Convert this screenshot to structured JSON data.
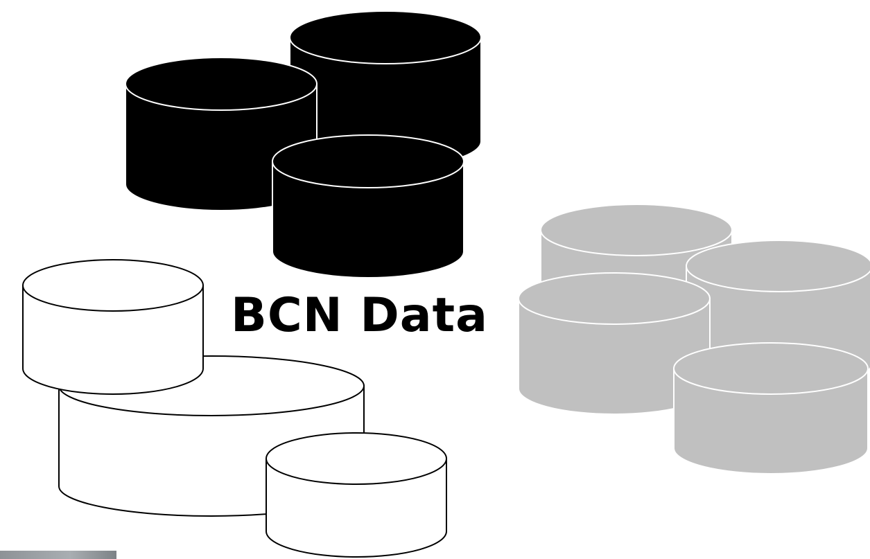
{
  "title": "BCN Data",
  "colors": {
    "black_group": "#000000",
    "white_group": "#ffffff",
    "gray_group": "#c0c0c0",
    "stroke_light": "#ffffff",
    "stroke_dark": "#000000",
    "corner_patch": "#a9aeb2"
  },
  "groups": [
    {
      "name": "black-cylinder-group",
      "count": 3,
      "fill": "#000000"
    },
    {
      "name": "white-cylinder-group",
      "count": 3,
      "fill": "#ffffff"
    },
    {
      "name": "gray-cylinder-group",
      "count": 4,
      "fill": "#c0c0c0"
    }
  ]
}
